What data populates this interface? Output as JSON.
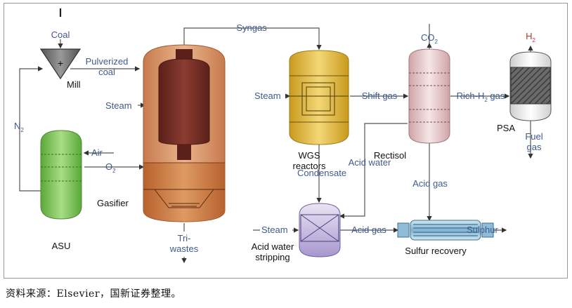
{
  "labels": {
    "coal": "Coal",
    "pulverized_coal_1": "Pulverized",
    "pulverized_coal_2": "coal",
    "mill": "Mill",
    "n2": "N",
    "n2_sub": "2",
    "asu": "ASU",
    "air": "Air",
    "o2": "O",
    "o2_sub": "2",
    "steam_gasifier": "Steam",
    "gasifier": "Gasifier",
    "tri_wastes_1": "Tri-",
    "tri_wastes_2": "wastes",
    "syngas": "Syngas",
    "steam_wgs": "Steam",
    "wgs_1": "WGS",
    "wgs_2": "reactors",
    "shift_gas": "Shift gas",
    "condensate": "Condensate",
    "acid_water": "Acid water",
    "rectisol": "Rectisol",
    "co2": "CO",
    "co2_sub": "2",
    "rich_h2_pre": "Rich-H",
    "rich_h2_sub": "2",
    "rich_h2_post": " gas",
    "acid_gas_rect": "Acid gas",
    "h2": "H",
    "h2_sub": "2",
    "psa": "PSA",
    "fuel_gas_1": "Fuel",
    "fuel_gas_2": "gas",
    "steam_strip": "Steam",
    "acid_water_stripping_1": "Acid water",
    "acid_water_stripping_2": "stripping",
    "acid_gas_strip": "Acid gas",
    "sulphur": "Sulphur",
    "sulfur_recovery": "Sulfur recovery"
  },
  "caption": "资料来源：Elsevier，国新证券整理。",
  "colors": {
    "text_blue": "#3f5b8c",
    "text_red": "#b23a3a",
    "line": "#4a4a4a",
    "gasifier": "#d9956a",
    "gasifier_core": "#6b2a22",
    "wgs": "#d6b23a",
    "rectisol": "#e3c7c9",
    "asu": "#7cc25a",
    "psa_bed": "#555555",
    "stripper": "#b8a9d6",
    "sulfur": "#9fc8df"
  }
}
